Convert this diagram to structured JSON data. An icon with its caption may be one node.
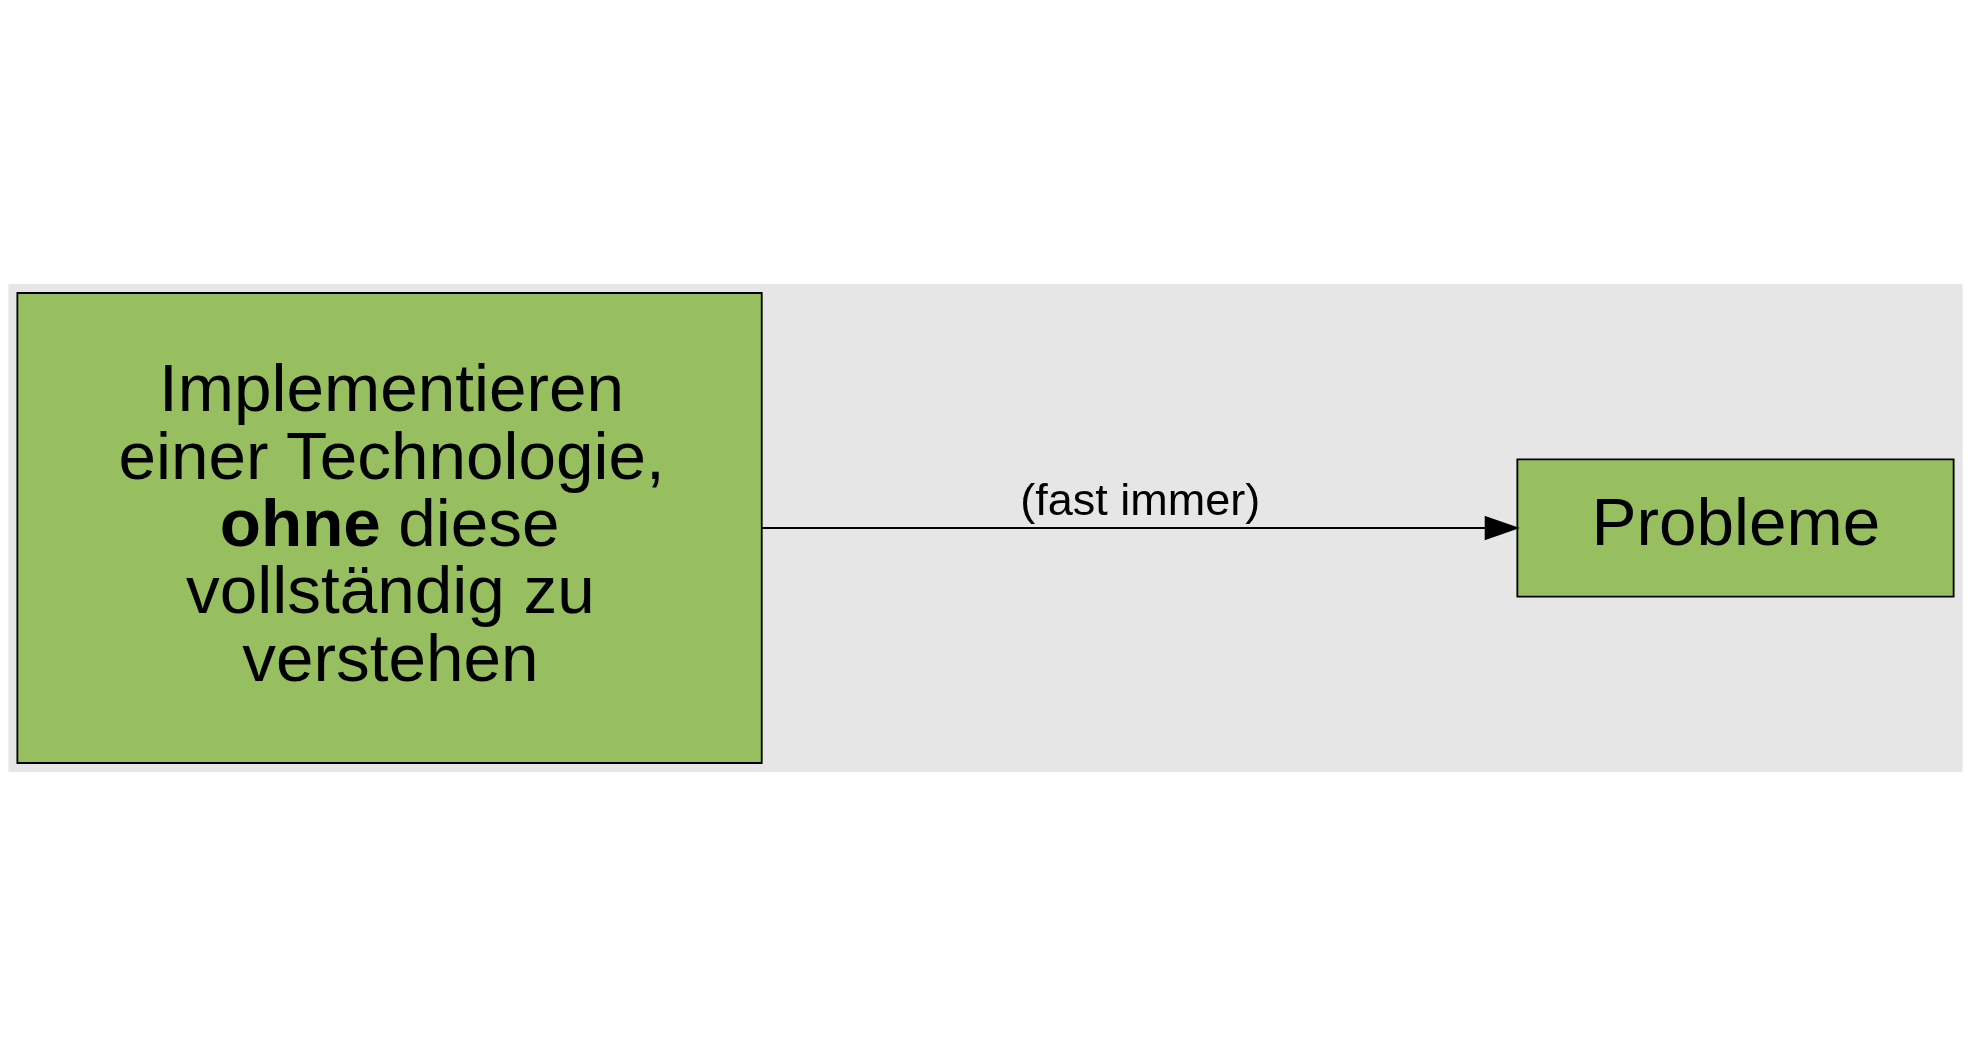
{
  "diagram": {
    "nodes": [
      {
        "text": [
          "Implementieren einer Technologie, **ohne** diese vollständig zu verstehen"
        ]
      },
      {
        "text": [
          "Probleme"
        ]
      }
    ],
    "edges": [
      {
        "from": 0,
        "to": 1,
        "arrow": "to",
        "label": "(fast immer)"
      }
    ]
  }
}
